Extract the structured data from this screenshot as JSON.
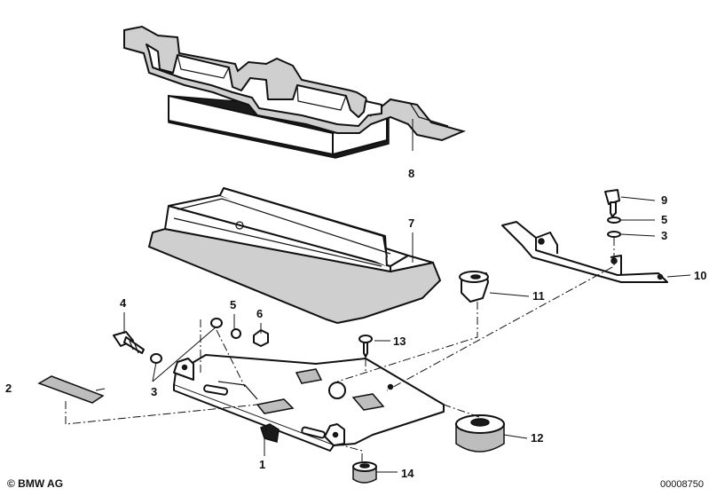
{
  "callouts": [
    {
      "id": "1",
      "label": "1"
    },
    {
      "id": "2",
      "label": "2"
    },
    {
      "id": "3a",
      "label": "3"
    },
    {
      "id": "3b",
      "label": "3"
    },
    {
      "id": "4",
      "label": "4"
    },
    {
      "id": "5a",
      "label": "5"
    },
    {
      "id": "5b",
      "label": "5"
    },
    {
      "id": "6",
      "label": "6"
    },
    {
      "id": "7",
      "label": "7"
    },
    {
      "id": "8",
      "label": "8"
    },
    {
      "id": "9",
      "label": "9"
    },
    {
      "id": "10",
      "label": "10"
    },
    {
      "id": "11",
      "label": "11"
    },
    {
      "id": "12",
      "label": "12"
    },
    {
      "id": "13",
      "label": "13"
    },
    {
      "id": "14",
      "label": "14"
    }
  ],
  "footer": {
    "copyright": "© BMW AG",
    "diagram_id": "00008750"
  }
}
